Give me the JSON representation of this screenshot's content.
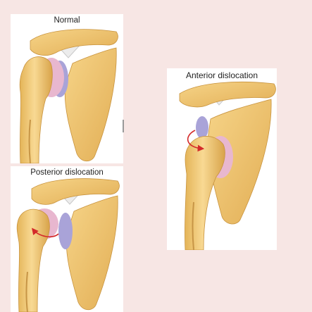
{
  "panels": {
    "normal": {
      "label": "Normal"
    },
    "posterior": {
      "label": "Posterior dislocation"
    },
    "anterior": {
      "label": "Anterior dislocation"
    }
  },
  "colors": {
    "bone": "#f3cc78",
    "bone_shadow": "#d9a64a",
    "bone_light": "#fbe3a6",
    "cartilage": "#e8b7cf",
    "labrum": "#a9a3d8",
    "ligament": "#e8e8e8",
    "arrow": "#d42a2a"
  },
  "icons": [
    "curved-arrow-icon"
  ]
}
